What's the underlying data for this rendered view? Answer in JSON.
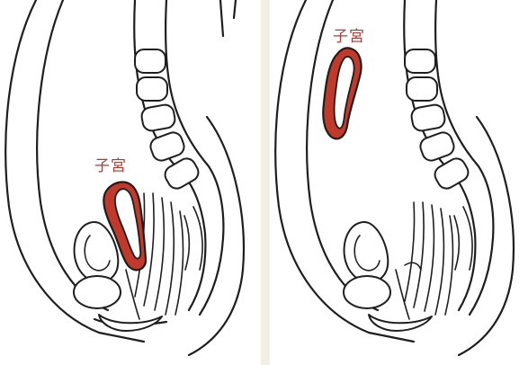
{
  "panels": [
    {
      "id": "before",
      "uterus_label": "子宮",
      "uterus_color": "#c0392b"
    },
    {
      "id": "after",
      "uterus_label": "子宮",
      "uterus_color": "#c0392b"
    }
  ],
  "colors": {
    "line": "#1e1e1e",
    "uterus": "#c0392b",
    "label": "#b03a2e",
    "background": "#f3efe4"
  }
}
